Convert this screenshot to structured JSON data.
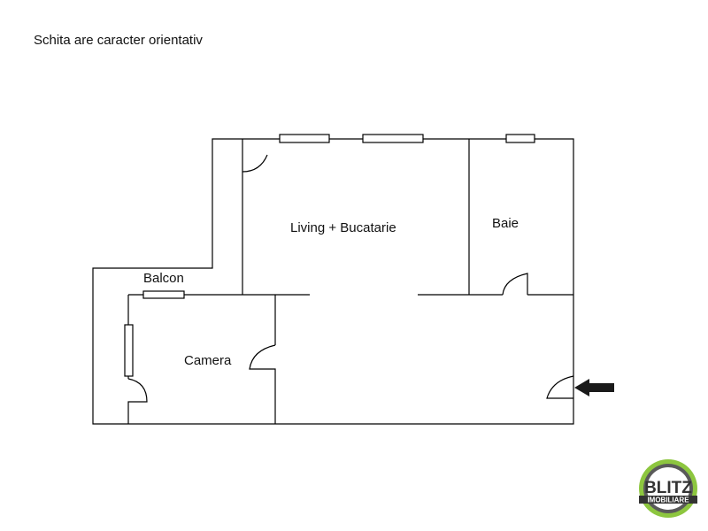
{
  "note": "Schita are caracter orientativ",
  "rooms": {
    "living": "Living + Bucatarie",
    "baie": "Baie",
    "balcon": "Balcon",
    "camera": "Camera"
  },
  "entrance_arrow": "arrow-left-icon",
  "logo": {
    "name": "BLITZ",
    "subtitle": "IMOBILIARE",
    "ring_colors": [
      "#8dc63f",
      "#5a5a5a",
      "#333333"
    ]
  },
  "colors": {
    "wall": "#000000",
    "window_fill": "#ffffff",
    "arrow": "#1a1a1a"
  }
}
